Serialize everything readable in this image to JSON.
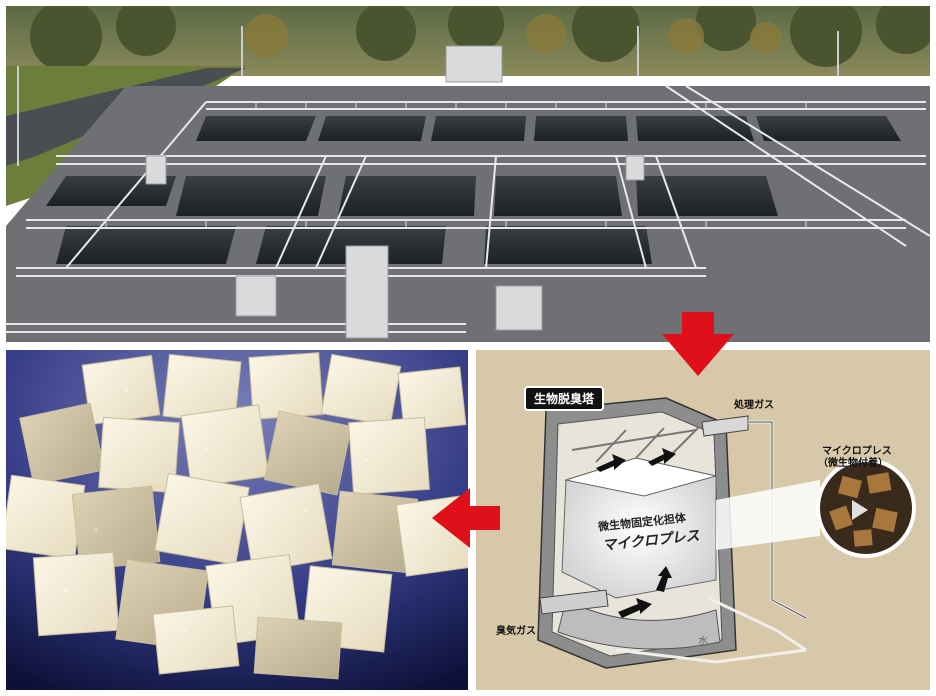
{
  "diagram": {
    "tower_title": "生物脱臭塔",
    "treated_gas": "処理ガス",
    "micro_press_label": "マイクロプレス",
    "micro_press_sub": "（微生物付着）",
    "carrier_line1": "微生物固定化担体",
    "carrier_line2": "マイクロプレス",
    "odor_gas": "臭気ガス",
    "water": "水"
  },
  "colors": {
    "diagram_bg": "#d8c8aa",
    "arrow_red": "#e0101a",
    "tower_wall": "#7a7a7a"
  }
}
